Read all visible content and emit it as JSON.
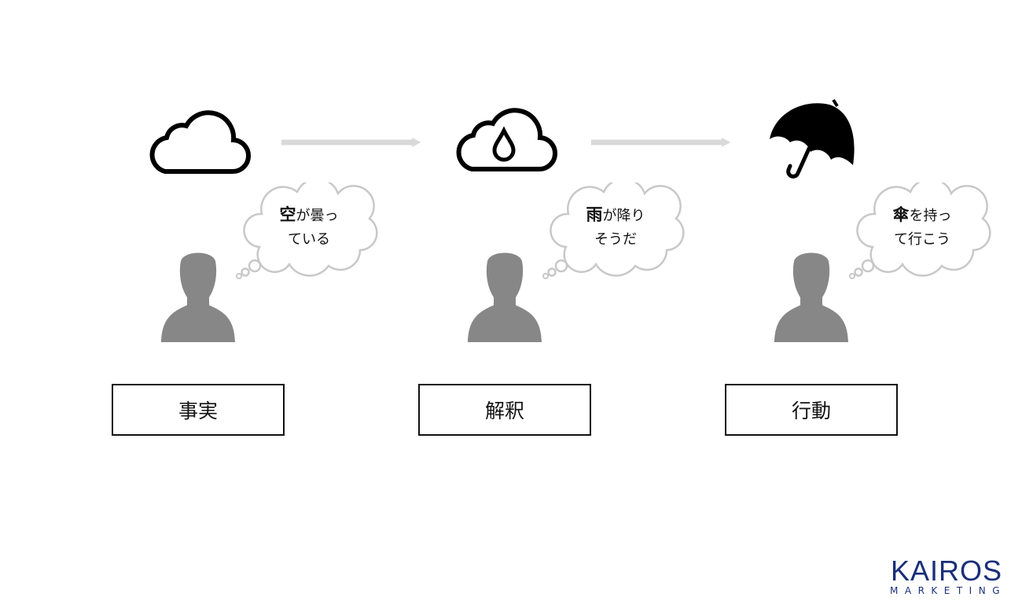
{
  "steps": [
    {
      "label": "事実",
      "thought_head": "空",
      "thought_rest1": "が曇っ",
      "thought_line2": "ている",
      "icon": "cloud-icon"
    },
    {
      "label": "解釈",
      "thought_head": "雨",
      "thought_rest1": "が降り",
      "thought_line2": "そうだ",
      "icon": "rain-cloud-icon"
    },
    {
      "label": "行動",
      "thought_head": "傘",
      "thought_rest1": "を持っ",
      "thought_line2": "て行こう",
      "icon": "umbrella-icon"
    }
  ],
  "logo": {
    "name": "KAIROS",
    "sub": "MARKETING"
  },
  "colors": {
    "person": "#878787",
    "arrow": "#d9d9d9",
    "bubble": "#c8c8c8",
    "logo": "#1b2f78"
  }
}
